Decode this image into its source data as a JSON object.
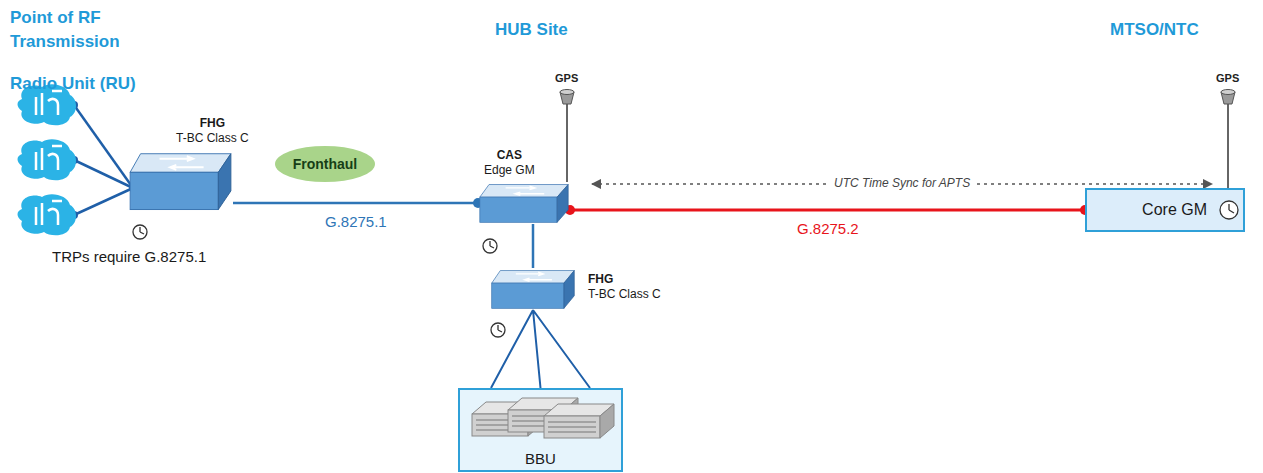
{
  "diagram": {
    "nodes": [
      {
        "text": [
          "FHG",
          "T-BC Class C"
        ]
      },
      {
        "text": [
          "CAS",
          "Edge GM"
        ]
      },
      {
        "text": [
          "FHG",
          "T-BC Class C"
        ]
      },
      {
        "text": [
          "BBU"
        ]
      },
      {
        "text": [
          "Core GM"
        ]
      },
      {
        "text": [
          "Fronthaul"
        ]
      }
    ],
    "edges": [
      {
        "from": 0,
        "to": 1,
        "label": "G.8275.1",
        "arrow": "none"
      },
      {
        "from": 1,
        "to": 2,
        "arrow": "none"
      },
      {
        "from": 2,
        "to": 3,
        "arrow": "none"
      },
      {
        "from": 1,
        "to": 4,
        "label": "G.8275.2",
        "arrow": "none"
      }
    ],
    "labels": [
      "Point of RF Transmission",
      "Radio Unit (RU)",
      "HUB Site",
      "MTSO/NTC",
      "GPS",
      "GPS",
      "UTC Time Sync for APTS",
      "TRPs require G.8275.1"
    ]
  }
}
